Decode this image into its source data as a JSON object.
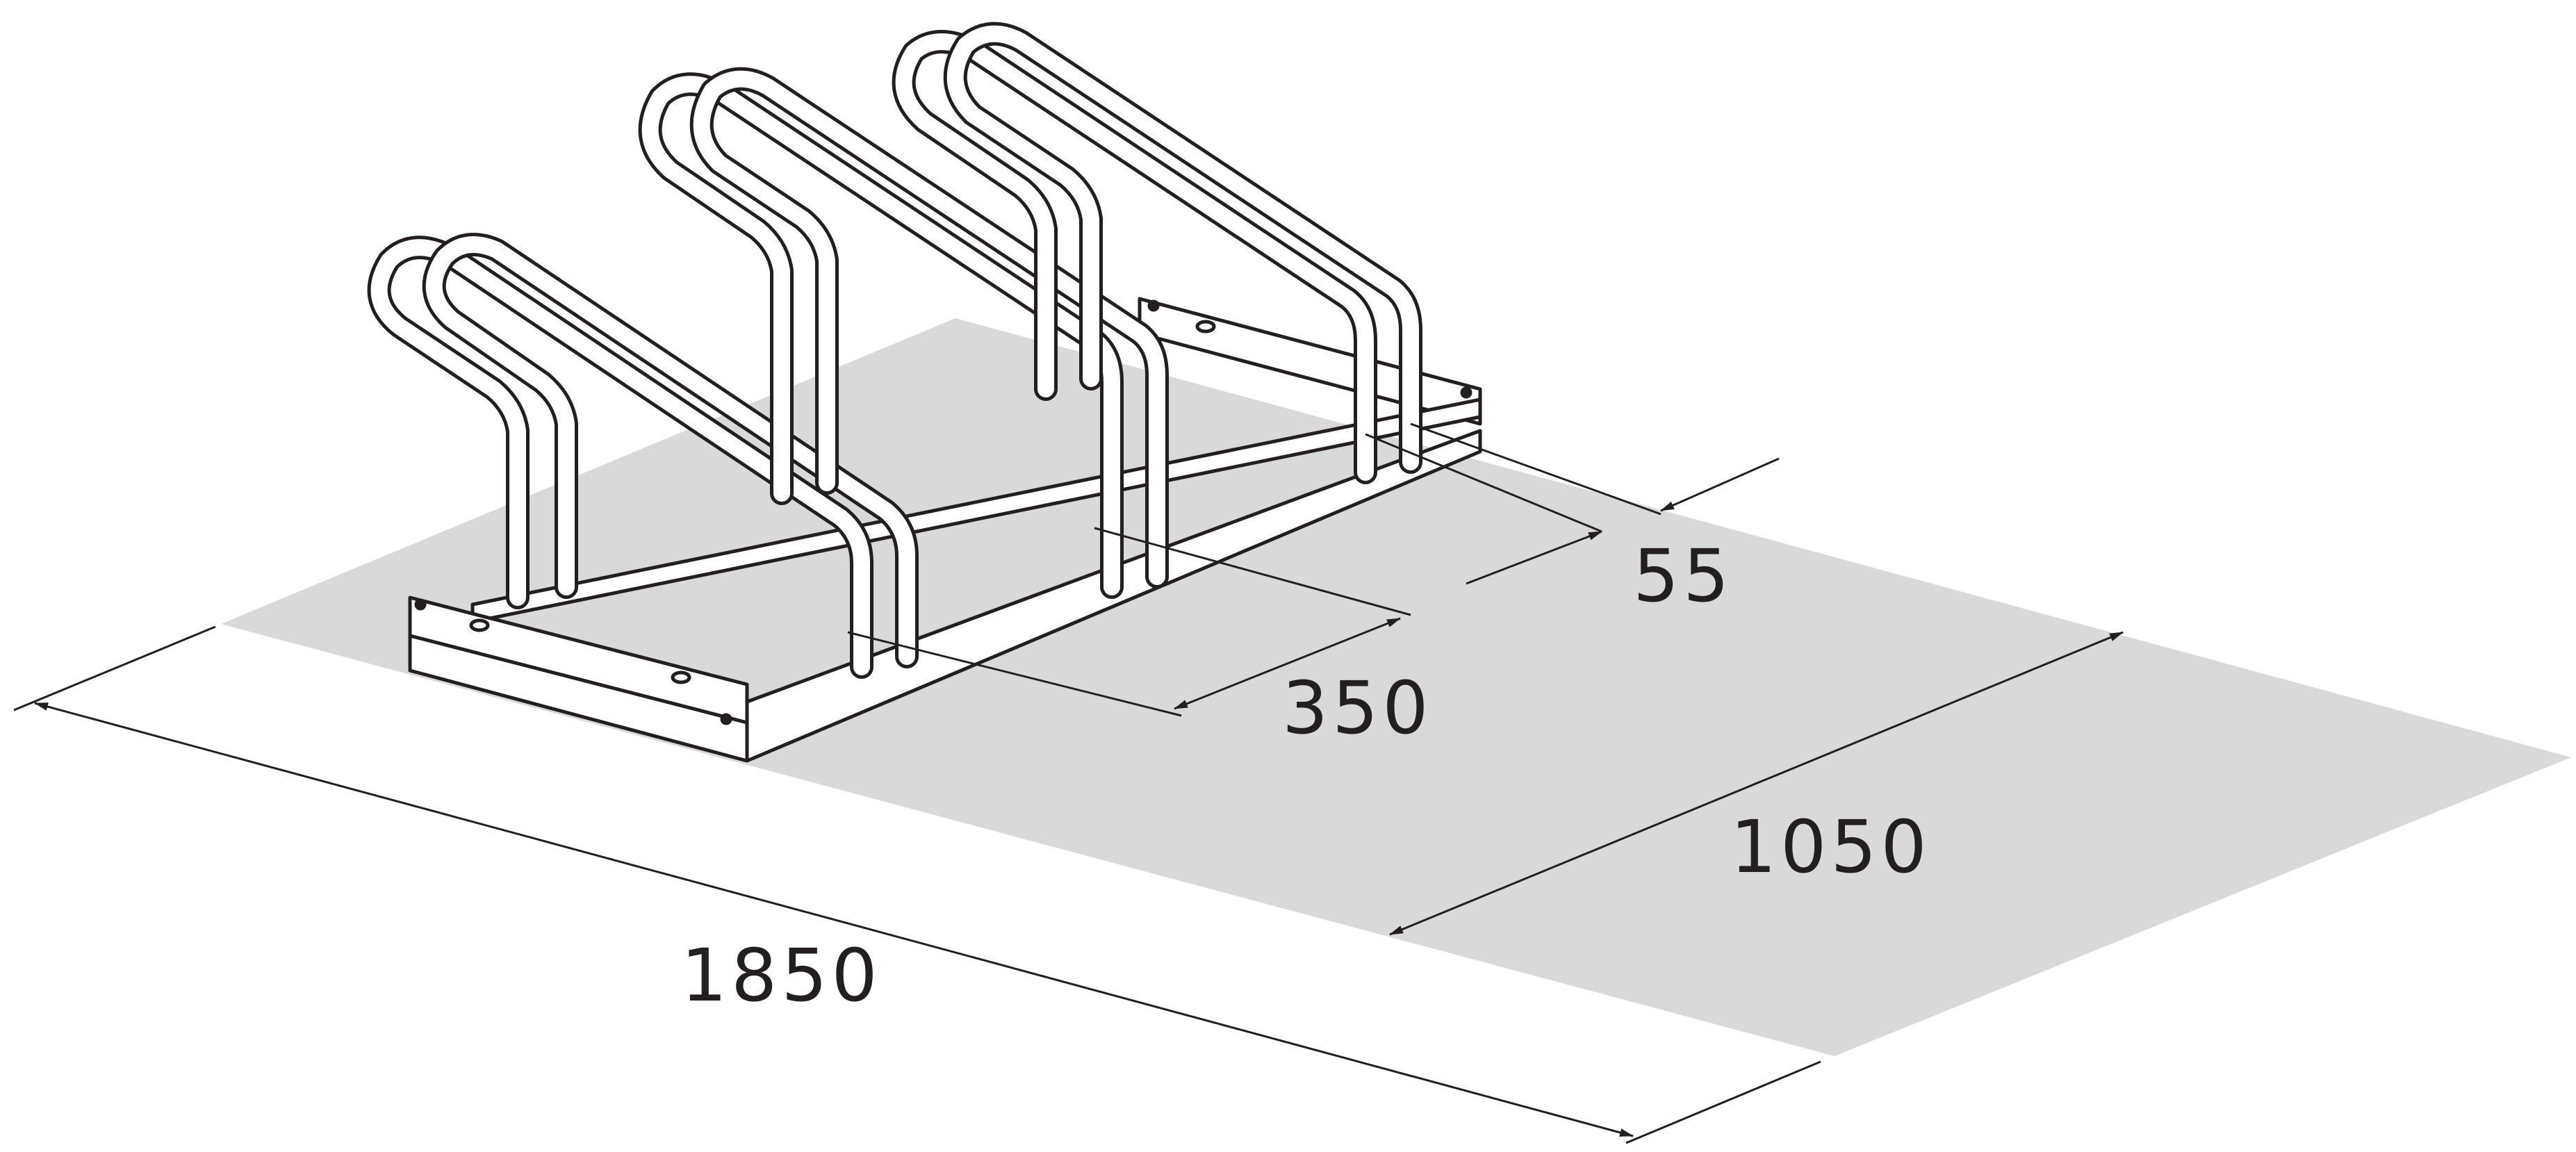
{
  "colors": {
    "floor": "#d9d9d9",
    "ink": "#231f20",
    "background": "#ffffff"
  },
  "dimensions": {
    "spacing": "350",
    "tube_offset": "55",
    "depth": "1050",
    "length": "1850"
  }
}
